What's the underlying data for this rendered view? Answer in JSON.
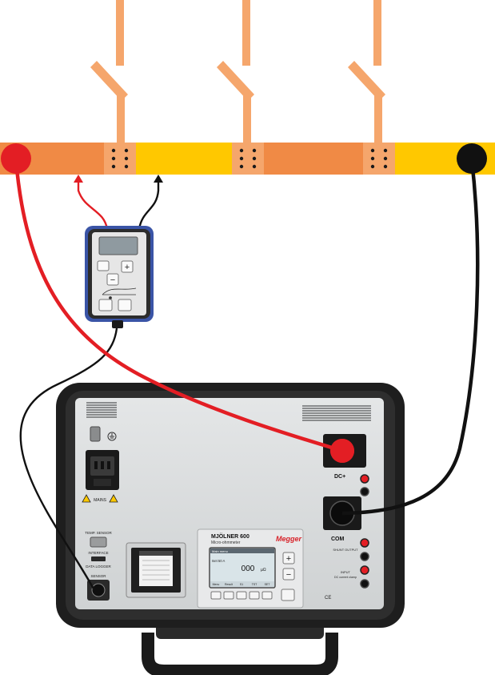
{
  "colors": {
    "busbar_orange": "#F08A45",
    "busbar_yellow": "#FFC800",
    "disconnector": "#F5A66C",
    "cable_red": "#E31E24",
    "cable_black": "#111111",
    "case_body": "#1E1E1E",
    "panel_face": "#D7DADB",
    "lcd_screen": "#D9E4E8",
    "megger_red": "#D8232A"
  },
  "instrument": {
    "model": "MJÖLNER 600",
    "subtitle": "Micro-ohmmeter",
    "brand": "Megger",
    "dc_plus_label": "DC+",
    "com_label": "COM",
    "mains_label": "MAINS",
    "temp_sensor_label": "TEMP. SENSOR",
    "interface_label": "INTERFACE",
    "data_logger_label": "DATA LOGGER",
    "sensor_label": "SENSOR",
    "shunt_output_label": "SHUNT OUTPUT",
    "input_label": "INPUT",
    "input_sub_label": "DC current clamp",
    "ce_mark": "CE",
    "screen": {
      "title": "Main menu",
      "current": "Iset 50 A",
      "reading": "000",
      "unit": "µΩ",
      "softkeys": [
        "Menu",
        "Result",
        "S1",
        "TST",
        "SET"
      ]
    },
    "plus_key": "+",
    "minus_key": "−"
  },
  "remote": {
    "plus_key": "+",
    "minus_key": "−"
  }
}
